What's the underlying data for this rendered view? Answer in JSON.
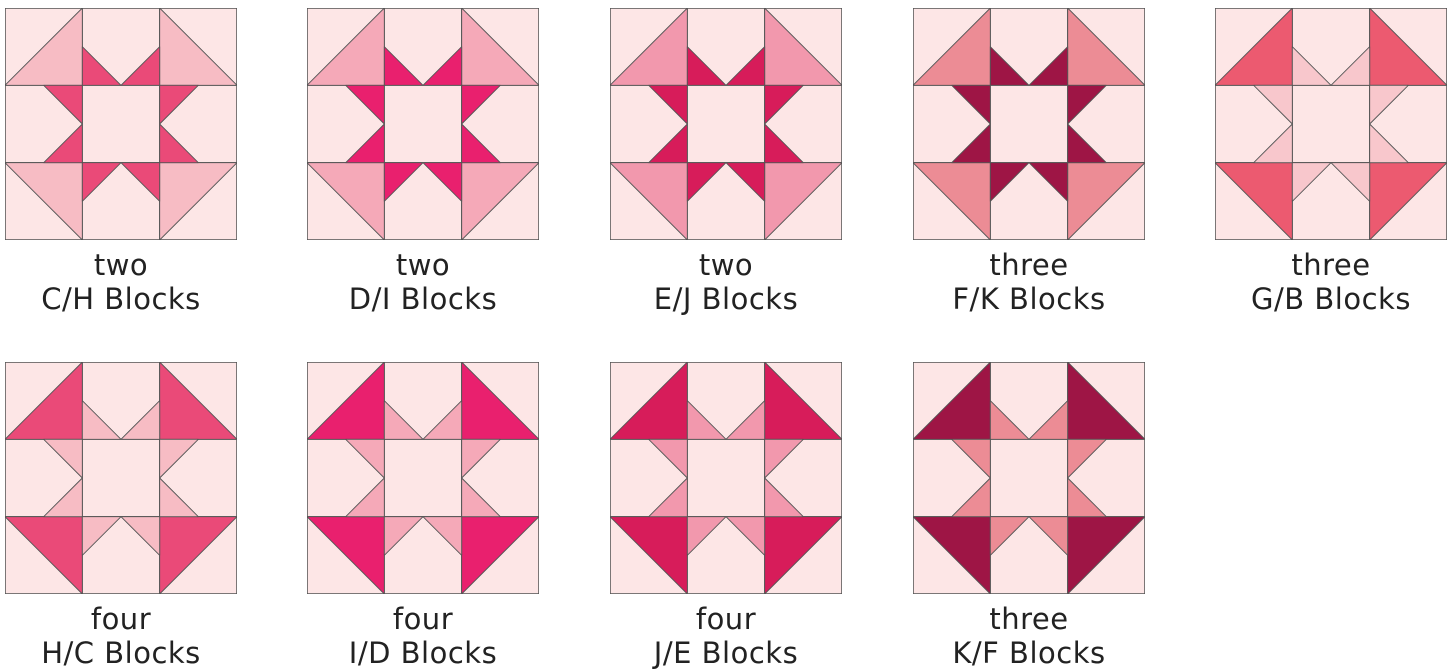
{
  "blocks": [
    {
      "count": "two",
      "label": "C/H Blocks",
      "style": "star",
      "colors": {
        "bg": "#fde6e6",
        "corner": "#f7bcc4",
        "star": "#ea4a78"
      }
    },
    {
      "count": "two",
      "label": "D/I Blocks",
      "style": "star",
      "colors": {
        "bg": "#fde6e6",
        "corner": "#f5a9b8",
        "star": "#e9206e"
      }
    },
    {
      "count": "two",
      "label": "E/J Blocks",
      "style": "star",
      "colors": {
        "bg": "#fde6e6",
        "corner": "#f298ad",
        "star": "#d71c5a"
      }
    },
    {
      "count": "three",
      "label": "F/K Blocks",
      "style": "star",
      "colors": {
        "bg": "#fde6e6",
        "corner": "#ec8c95",
        "star": "#9e1545"
      }
    },
    {
      "count": "three",
      "label": "G/B Blocks",
      "style": "goose",
      "colors": {
        "bg": "#fde6e6",
        "corner": "#ec5a70",
        "star": "#f8c7cc"
      }
    },
    {
      "count": "four",
      "label": "H/C Blocks",
      "style": "goose",
      "colors": {
        "bg": "#fde6e6",
        "corner": "#ea4a78",
        "star": "#f7bcc4"
      }
    },
    {
      "count": "four",
      "label": "I/D Blocks",
      "style": "goose",
      "colors": {
        "bg": "#fde6e6",
        "corner": "#e9206e",
        "star": "#f5a9b8"
      }
    },
    {
      "count": "four",
      "label": "J/E Blocks",
      "style": "goose",
      "colors": {
        "bg": "#fde6e6",
        "corner": "#d71c5a",
        "star": "#f298ad"
      }
    },
    {
      "count": "three",
      "label": "K/F Blocks",
      "style": "goose",
      "colors": {
        "bg": "#fde6e6",
        "corner": "#9e1545",
        "star": "#ec8c95"
      }
    }
  ]
}
